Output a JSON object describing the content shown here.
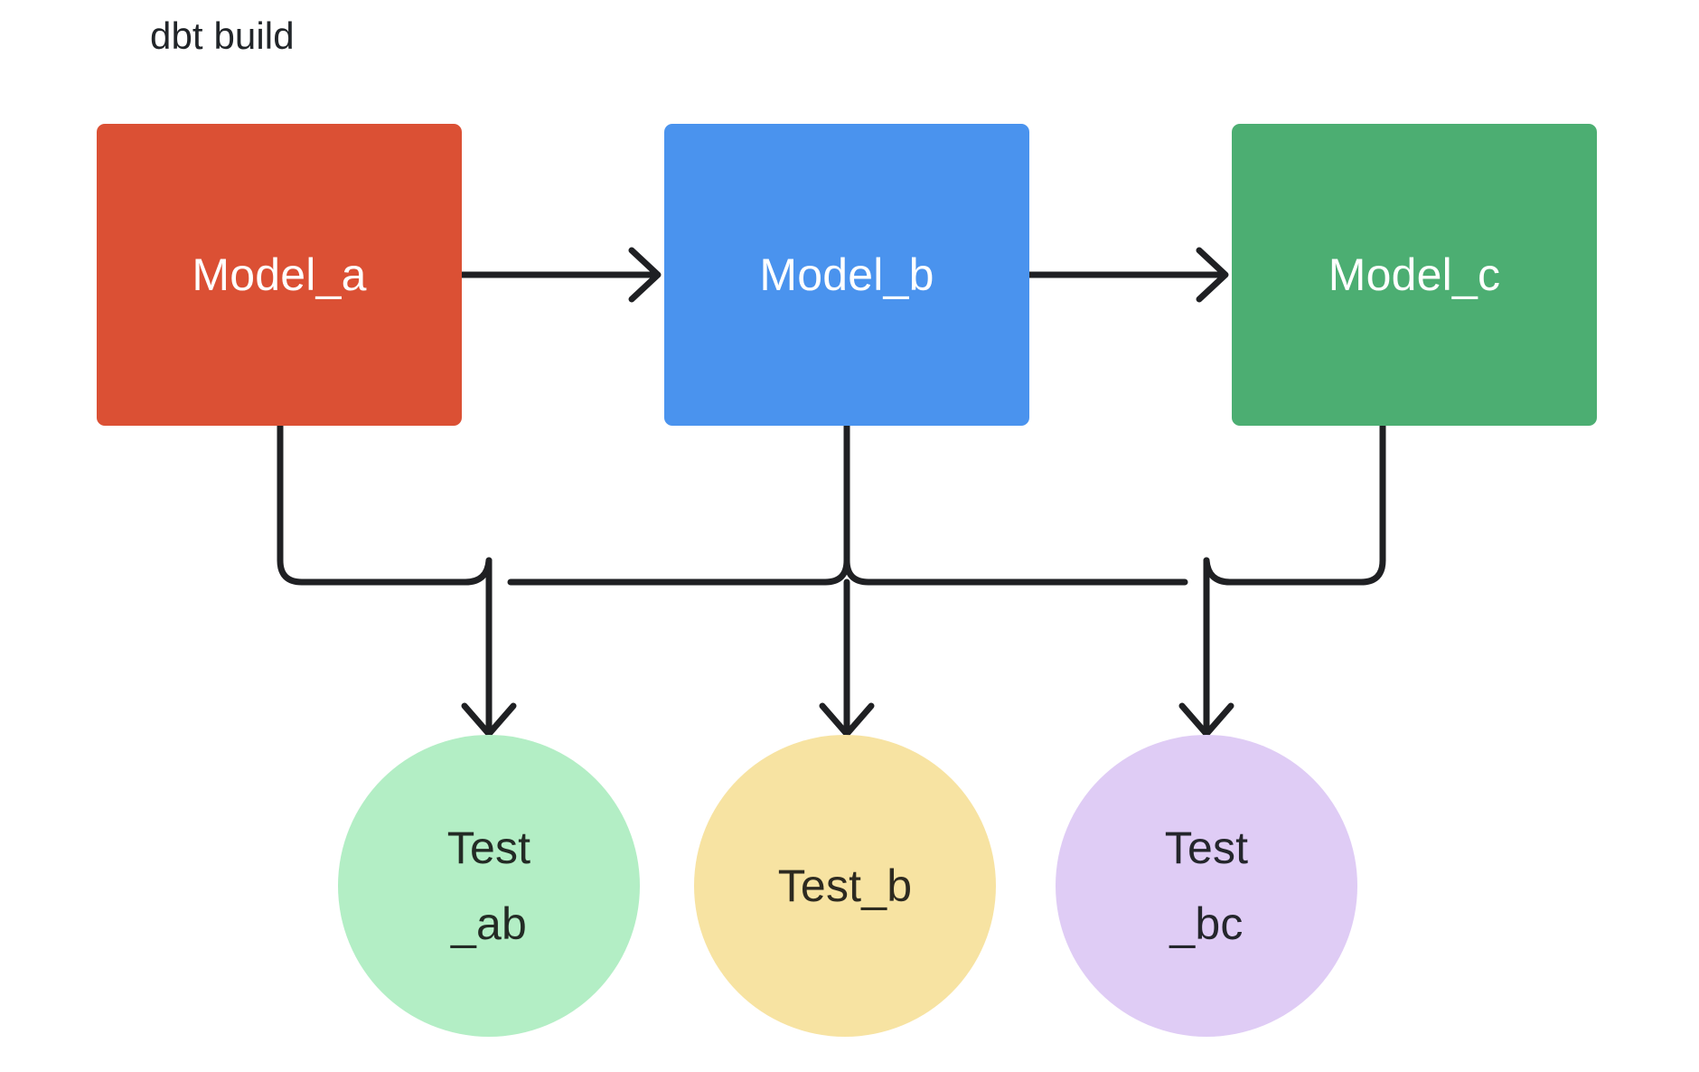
{
  "title": "dbt build",
  "canvas": {
    "background": "#ffffff",
    "edge_color": "#1f2023",
    "edge_width": 7
  },
  "models": [
    {
      "id": "model_a",
      "label": "Model_a",
      "color": "#db5034",
      "text_color": "#ffffff"
    },
    {
      "id": "model_b",
      "label": "Model_b",
      "color": "#4a93ee",
      "text_color": "#ffffff"
    },
    {
      "id": "model_c",
      "label": "Model_c",
      "color": "#4cae72",
      "text_color": "#ffffff"
    }
  ],
  "tests": [
    {
      "id": "test_ab",
      "label": "Test\n_ab",
      "color": "#b3eec5",
      "text_color": "#232b25"
    },
    {
      "id": "test_b",
      "label": "Test_b",
      "color": "#f7e3a2",
      "text_color": "#2d2a20"
    },
    {
      "id": "test_bc",
      "label": "Test\n_bc",
      "color": "#dfccf5",
      "text_color": "#24262c"
    }
  ],
  "edges": [
    {
      "from": "model_a",
      "to": "model_b",
      "style": "straight-arrow"
    },
    {
      "from": "model_b",
      "to": "model_c",
      "style": "straight-arrow"
    },
    {
      "from": "model_a",
      "to": "test_ab",
      "style": "orthogonal-arrow"
    },
    {
      "from": "model_b",
      "to": "test_ab",
      "style": "orthogonal-arrow"
    },
    {
      "from": "model_b",
      "to": "test_b",
      "style": "orthogonal-arrow"
    },
    {
      "from": "model_b",
      "to": "test_bc",
      "style": "orthogonal-arrow"
    },
    {
      "from": "model_c",
      "to": "test_bc",
      "style": "orthogonal-arrow"
    }
  ]
}
